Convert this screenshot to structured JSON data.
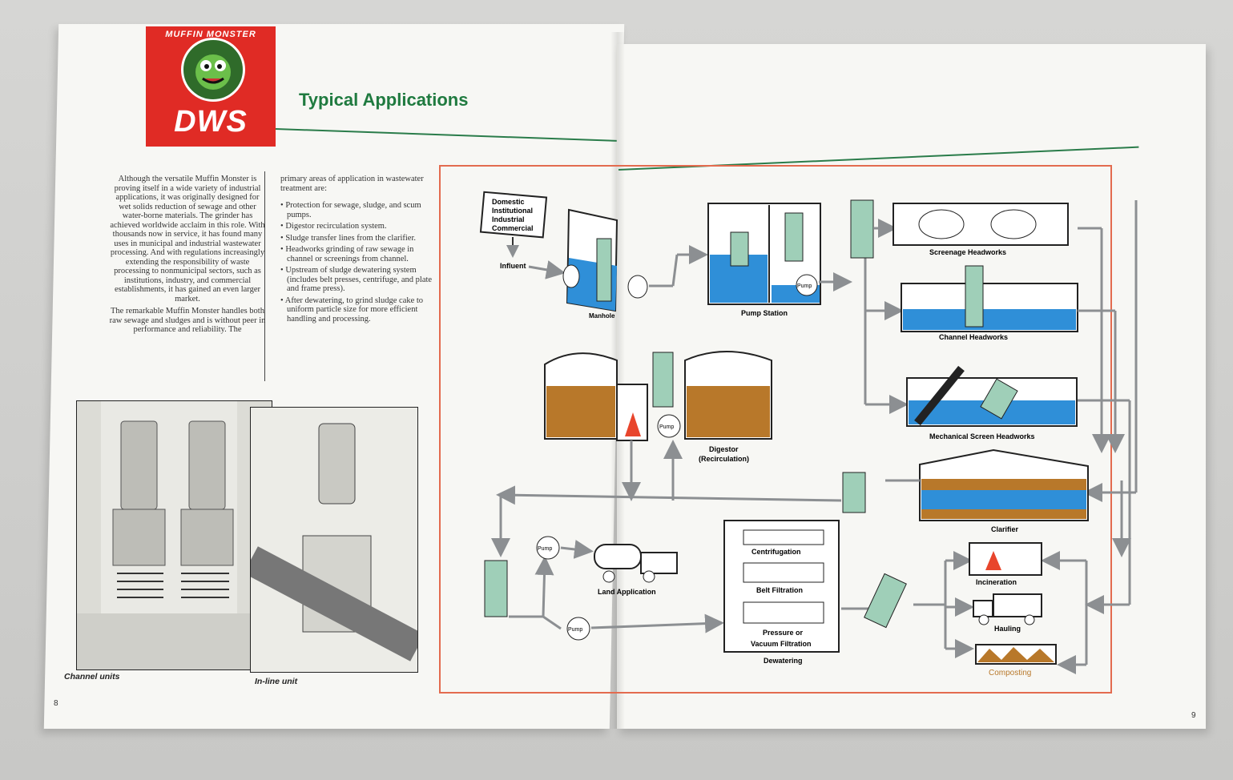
{
  "brand": {
    "logo_text": "MUFFIN MONSTER",
    "logo_abbrev": "DWS",
    "logo_color": "#e02b25"
  },
  "heading": "Typical Applications",
  "heading_color": "#1f7a3f",
  "body": {
    "col1_paragraph1": "Although the versatile Muffin Monster is proving itself in a wide variety of industrial applications, it was originally designed for wet solids reduction of sewage and other water-borne materials. The grinder has achieved worldwide acclaim in this role. With thousands now in service, it has found many uses in municipal and industrial wastewater processing. And with regulations increasingly extending the responsibility of waste processing to nonmunicipal sectors, such as institutions, industry, and commercial establishments, it has gained an even larger market.",
    "col1_paragraph2": "The remarkable Muffin Monster handles both raw sewage and sludges and is without peer in performance and reliability. The",
    "col2_intro": "primary areas of application in wastewater treatment are:",
    "col2_bullets": [
      "Protection for sewage, sludge, and scum pumps.",
      "Digestor recirculation system.",
      "Sludge transfer lines from the clarifier.",
      "Headworks grinding of raw sewage in channel or screenings from channel.",
      "Upstream of sludge dewatering system (includes belt presses, centrifuge, and plate and frame press).",
      "After dewatering, to grind sludge cake to uniform particle size for more efficient handling and processing."
    ]
  },
  "captions": {
    "channel_units": "Channel units",
    "inline_unit": "In-line unit"
  },
  "page_numbers": {
    "left": "8",
    "right": "9"
  },
  "diagram": {
    "source_box": [
      "Domestic",
      "Institutional",
      "Industrial",
      "Commercial"
    ],
    "influent": "Influent",
    "manhole": "Manhole",
    "pump_station": "Pump Station",
    "pump": "Pump",
    "screenage_headworks": "Screenage Headworks",
    "channel_headworks": "Channel Headworks",
    "mechanical_screen_headworks": "Mechanical Screen Headworks",
    "digestor": "Digestor",
    "digestor_sub": "(Recirculation)",
    "clarifier": "Clarifier",
    "land_application": "Land Application",
    "centrifugation": "Centrifugation",
    "belt_filtration": "Belt Filtration",
    "pressure_filtration": "Pressure or",
    "vacuum_filtration": "Vacuum Filtration",
    "dewatering": "Dewatering",
    "incineration": "Incineration",
    "hauling": "Hauling",
    "composting": "Composting",
    "colors": {
      "water": "#2f8fd8",
      "sludge": "#b8782a",
      "grinder": "#9fcfb8",
      "pipe": "#8c8f92",
      "frame": "#e36b4f"
    }
  }
}
